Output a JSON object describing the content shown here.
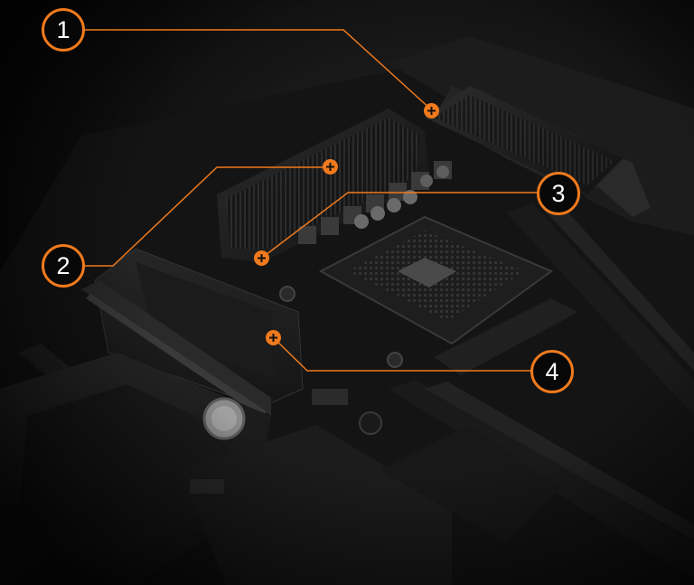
{
  "accent_color": "#f07a1d",
  "background_color": "#050505",
  "callouts": [
    {
      "label": "1",
      "icon": "plus-icon"
    },
    {
      "label": "2",
      "icon": "plus-icon"
    },
    {
      "label": "3",
      "icon": "plus-icon"
    },
    {
      "label": "4",
      "icon": "plus-icon"
    }
  ]
}
